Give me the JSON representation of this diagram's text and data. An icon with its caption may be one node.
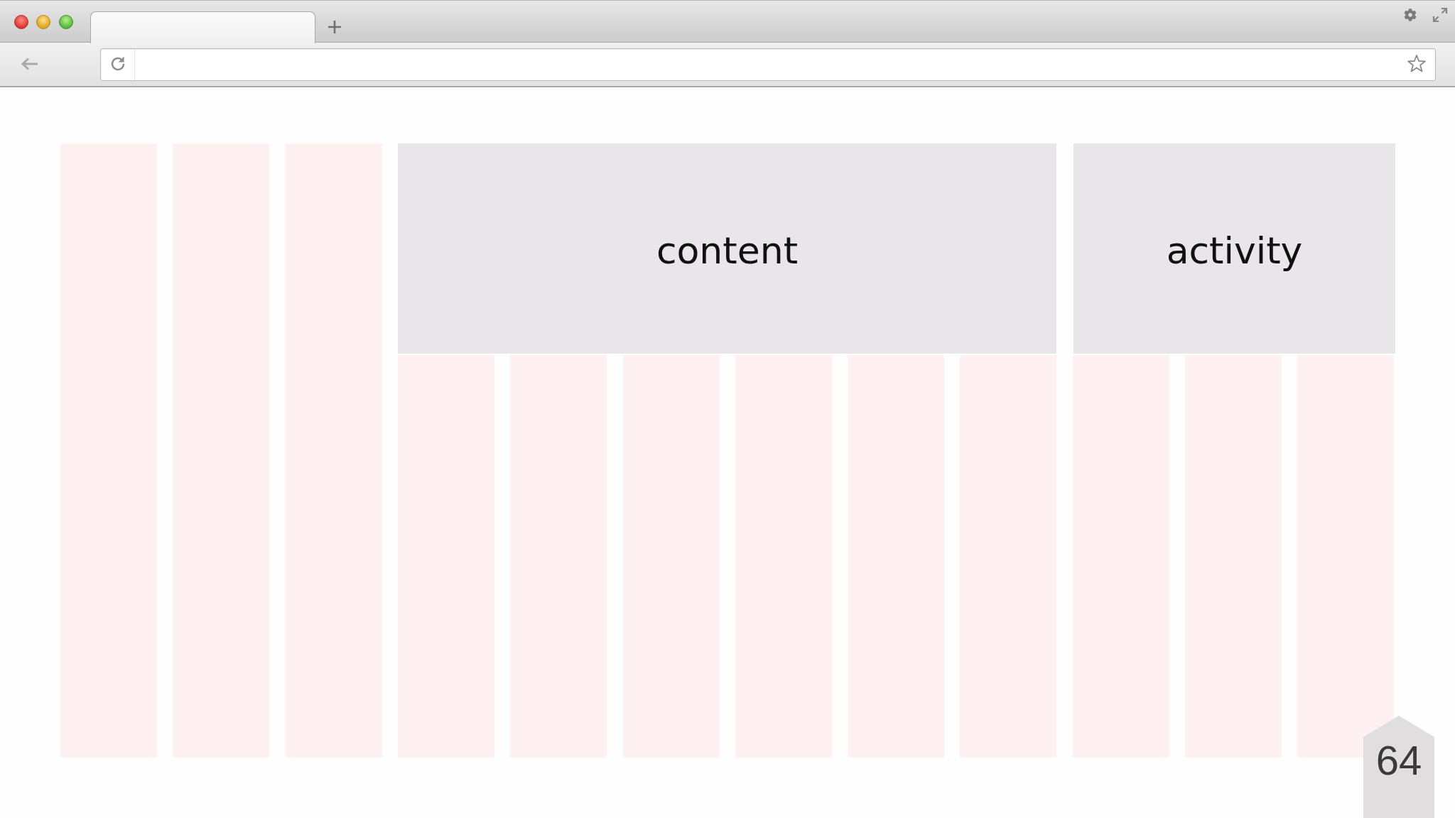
{
  "diagram": {
    "nodes": [
      {
        "text": [],
        "shape": "bar"
      },
      {
        "text": [],
        "shape": "bar"
      },
      {
        "text": [],
        "shape": "bar"
      },
      {
        "text": [
          "content"
        ]
      },
      {
        "text": [
          "activity"
        ]
      },
      {
        "text": [],
        "shape": "bar"
      },
      {
        "text": [],
        "shape": "bar"
      },
      {
        "text": [],
        "shape": "bar"
      },
      {
        "text": [],
        "shape": "bar"
      },
      {
        "text": [],
        "shape": "bar"
      },
      {
        "text": [],
        "shape": "bar"
      },
      {
        "text": [],
        "shape": "bar"
      },
      {
        "text": [],
        "shape": "bar"
      },
      {
        "text": [],
        "shape": "bar"
      },
      {
        "text": [
          "64"
        ]
      }
    ]
  }
}
